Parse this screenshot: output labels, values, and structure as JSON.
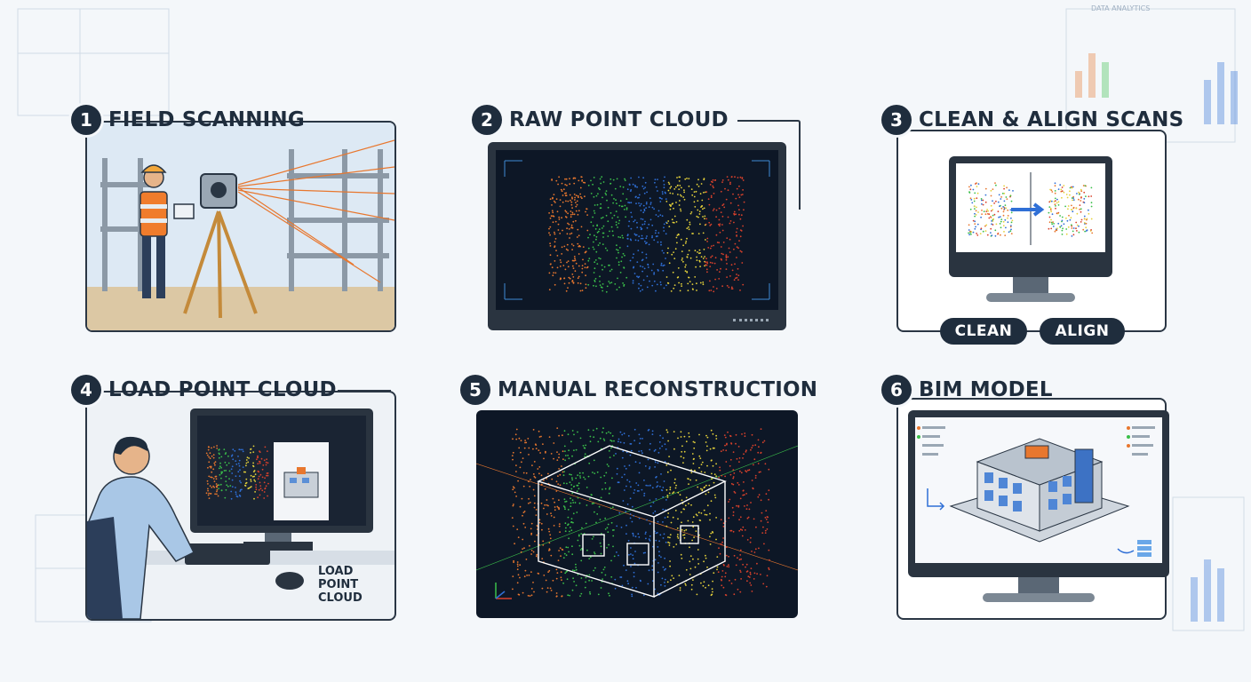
{
  "background_chart_label": "DATA ANALYTICS",
  "steps": [
    {
      "number": "1",
      "title": "FIELD SCANNING"
    },
    {
      "number": "2",
      "title": "RAW POINT CLOUD"
    },
    {
      "number": "3",
      "title": "CLEAN & ALIGN SCANS",
      "buttons": [
        "CLEAN",
        "ALIGN"
      ]
    },
    {
      "number": "4",
      "title": "LOAD POINT CLOUD",
      "note": [
        "LOAD",
        "POINT",
        "CLOUD"
      ]
    },
    {
      "number": "5",
      "title": "MANUAL RECONSTRUCTION"
    },
    {
      "number": "6",
      "title": "BIM MODEL"
    }
  ],
  "colors": {
    "dark": "#1f2d3d",
    "screen": "#0d1726",
    "accent_orange": "#e8772e",
    "accent_blue": "#2f6fd6",
    "accent_green": "#3bbf4a"
  },
  "icons": [
    "laser-scanner-icon",
    "worker-icon",
    "monitor-icon",
    "arrow-right-icon",
    "building-icon",
    "axis-icon"
  ]
}
